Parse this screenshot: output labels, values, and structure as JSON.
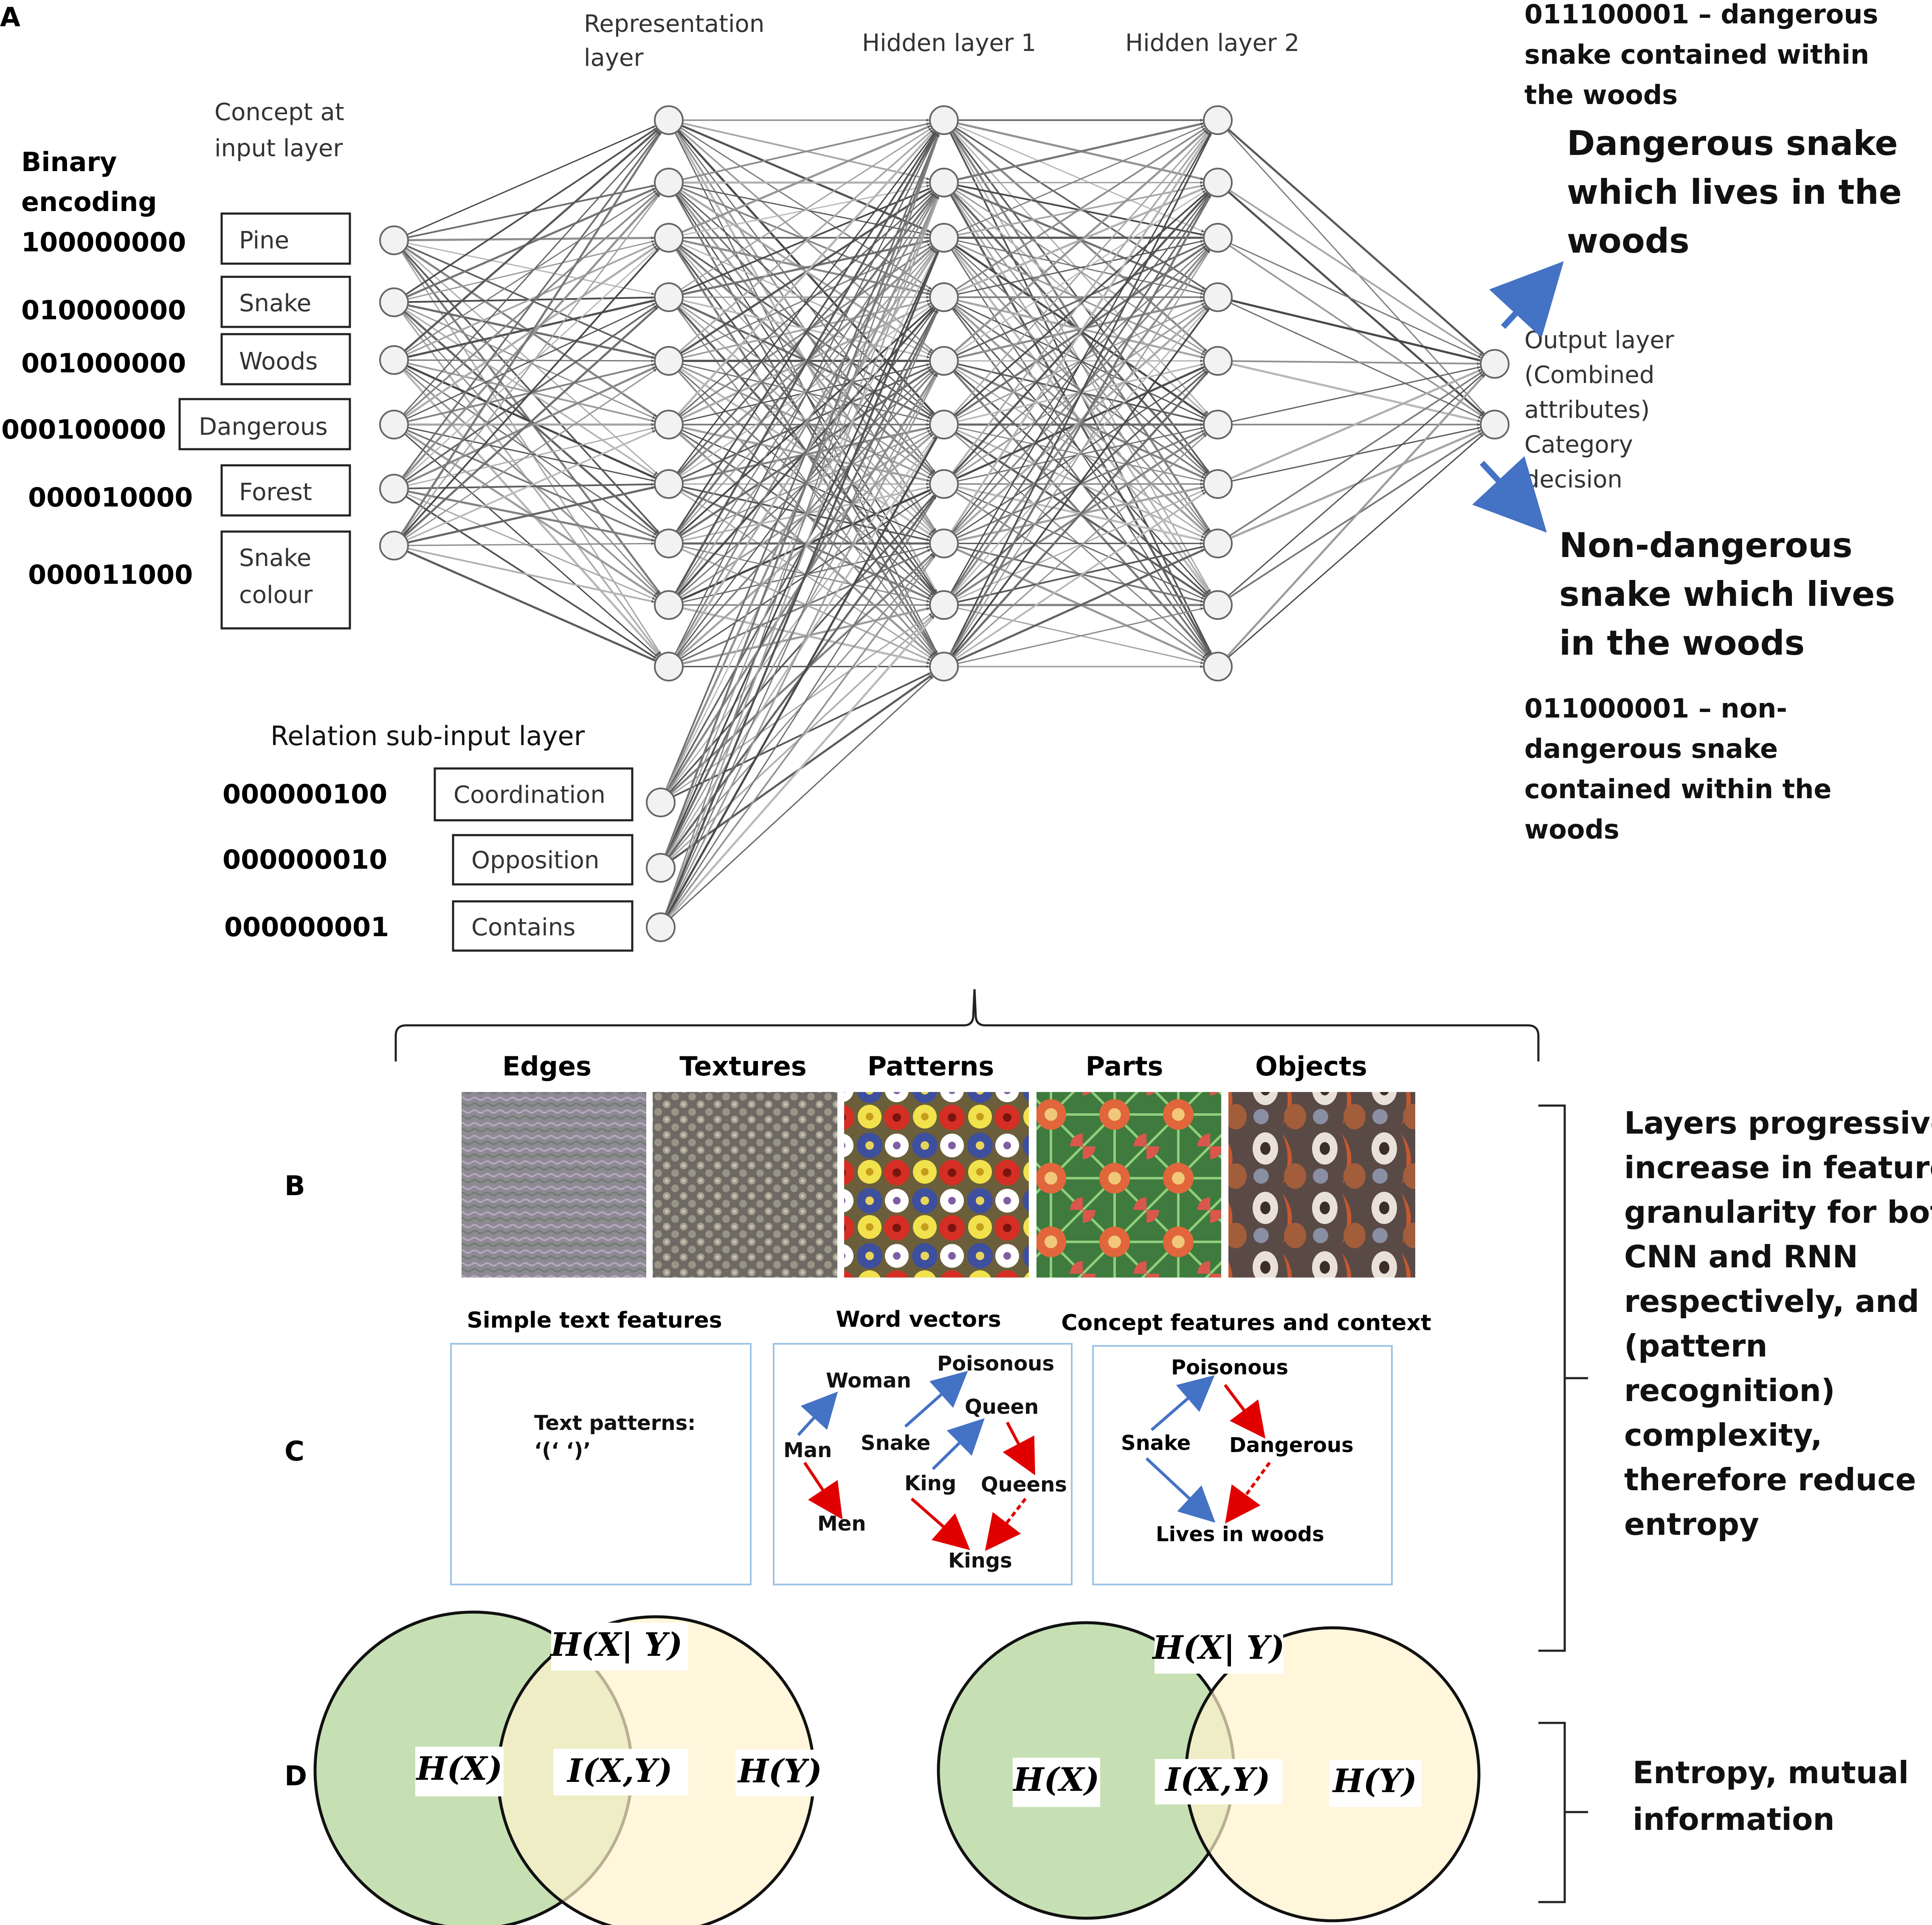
{
  "panel_a": {
    "letter": "A",
    "binary_heading": [
      "Binary",
      "encoding"
    ],
    "concept_heading": [
      "Concept at",
      "input layer"
    ],
    "representation_heading": [
      "Representation",
      "layer"
    ],
    "hidden1_heading": "Hidden layer 1",
    "hidden2_heading": "Hidden layer 2",
    "inputs": [
      {
        "code": "100000000",
        "label": [
          "Pine"
        ]
      },
      {
        "code": "010000000",
        "label": [
          "Snake"
        ]
      },
      {
        "code": "001000000",
        "label": [
          "Woods"
        ]
      },
      {
        "code": "000100000",
        "label": [
          "Dangerous"
        ]
      },
      {
        "code": "000010000",
        "label": [
          "Forest"
        ]
      },
      {
        "code": "000011000",
        "label": [
          "Snake",
          "colour"
        ]
      }
    ],
    "relation_heading": "Relation sub-input layer",
    "relations": [
      {
        "code": "000000100",
        "label": "Coordination"
      },
      {
        "code": "000000010",
        "label": "Opposition"
      },
      {
        "code": "000000001",
        "label": "Contains"
      }
    ],
    "output_caption": [
      "Output layer",
      "(Combined",
      "attributes)",
      "Category",
      "decision"
    ],
    "output_top_code": [
      "011100001 – dangerous",
      "snake contained within",
      "the woods"
    ],
    "output_top_big": [
      "Dangerous snake",
      "which lives in the",
      "woods"
    ],
    "output_bottom_big": [
      "Non-dangerous",
      "snake which lives",
      "in the woods"
    ],
    "output_bottom_code": [
      "011000001 – non-",
      "dangerous snake",
      "contained within the",
      "woods"
    ]
  },
  "panel_b": {
    "letter": "B",
    "tiles": [
      "Edges",
      "Textures",
      "Patterns",
      "Parts",
      "Objects"
    ]
  },
  "panel_c": {
    "letter": "C",
    "box1": {
      "title": "Simple text features",
      "text": [
        "Text patterns:",
        "‘(‘  ‘)’"
      ]
    },
    "box2": {
      "title": "Word vectors",
      "words": [
        "Woman",
        "Poisonous",
        "Queen",
        "Man",
        "Snake",
        "King",
        "Queens",
        "Men",
        "Kings"
      ]
    },
    "box3": {
      "title": "Concept features and context",
      "words": [
        "Poisonous",
        "Snake",
        "Dangerous",
        "Lives in woods"
      ]
    },
    "side_note": [
      "Layers progressively",
      "increase in feature",
      "granularity for both",
      "CNN and RNN",
      "respectively, and",
      "(pattern",
      "recognition)",
      "complexity,",
      "therefore reduce",
      "entropy"
    ]
  },
  "panel_d": {
    "letter": "D",
    "labels": {
      "hx": "H(X)",
      "hy": "H(Y)",
      "ixy": "I(X,Y)",
      "hxy": "H(X| Y)"
    },
    "side_note": [
      "Entropy, mutual",
      "information"
    ]
  },
  "colors": {
    "green": "#c6e0b4",
    "yellow": "#fff2cc",
    "blue_arrow": "#4472c4",
    "red_arrow": "#e00000",
    "box_border": "#9dc3e6"
  }
}
